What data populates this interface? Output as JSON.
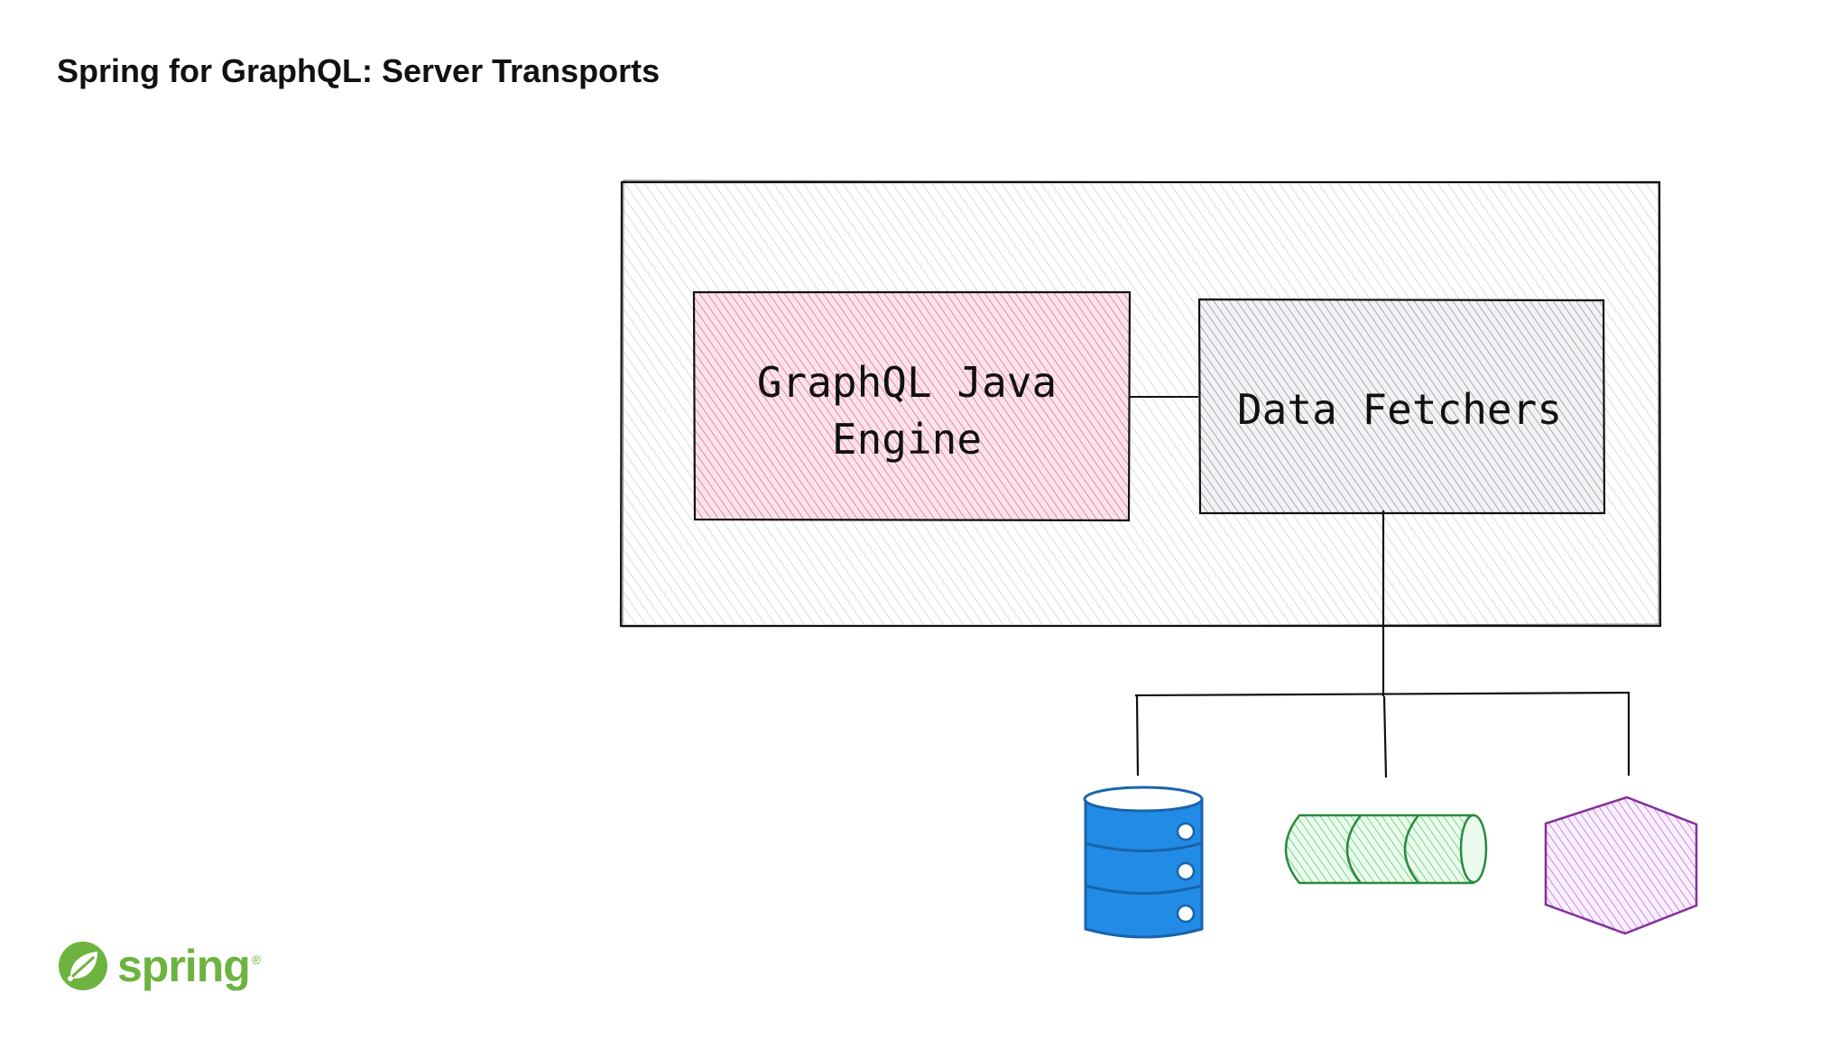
{
  "slide": {
    "title": "Spring for GraphQL: Server Transports"
  },
  "diagram": {
    "engine_box": {
      "line1": "GraphQL Java",
      "line2": "Engine",
      "color": "#c2255c"
    },
    "fetchers_box": {
      "label": "Data Fetchers",
      "color": "#555555"
    },
    "container_color": "#adb5bd",
    "data_sources": [
      {
        "icon": "database-icon",
        "color": "#1971c2",
        "fill": "#228be6"
      },
      {
        "icon": "message-queue-icon",
        "color": "#2f9e44",
        "fill": "#b2f2bb"
      },
      {
        "icon": "hexagon-service-icon",
        "color": "#9c36b5",
        "fill": "#be4bdb"
      }
    ]
  },
  "logo": {
    "text": "spring",
    "registered": "®",
    "color": "#6db33f"
  }
}
